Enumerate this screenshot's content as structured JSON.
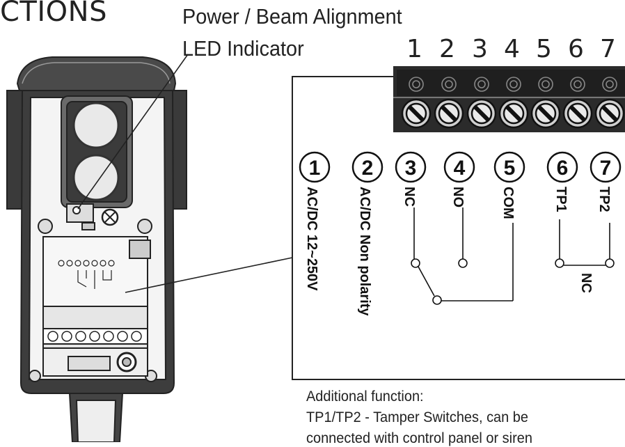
{
  "header": {
    "section_title": "CTIONS"
  },
  "pointer_label": {
    "line1": "Power / Beam Alignment",
    "line2": "LED Indicator"
  },
  "terminal_numbers": [
    "1",
    "2",
    "3",
    "4",
    "5",
    "6",
    "7"
  ],
  "terminals": [
    {
      "num": "1",
      "label": "AC/DC 12~250V"
    },
    {
      "num": "2",
      "label": "AC/DC Non polarity"
    },
    {
      "num": "3",
      "label": "NC"
    },
    {
      "num": "4",
      "label": "NO"
    },
    {
      "num": "5",
      "label": "COM"
    },
    {
      "num": "6",
      "label": "TP1"
    },
    {
      "num": "7",
      "label": "TP2"
    }
  ],
  "tamper_contact_label": "NC",
  "notes": {
    "additional": "Additional function:",
    "tamper": "TP1/TP2 - Tamper Switches, can be",
    "tamper_cont": "connected with control panel or siren"
  },
  "colors": {
    "ink": "#222222",
    "terminal_block": "#2b2b2b",
    "housing": "#3a3a3a"
  }
}
